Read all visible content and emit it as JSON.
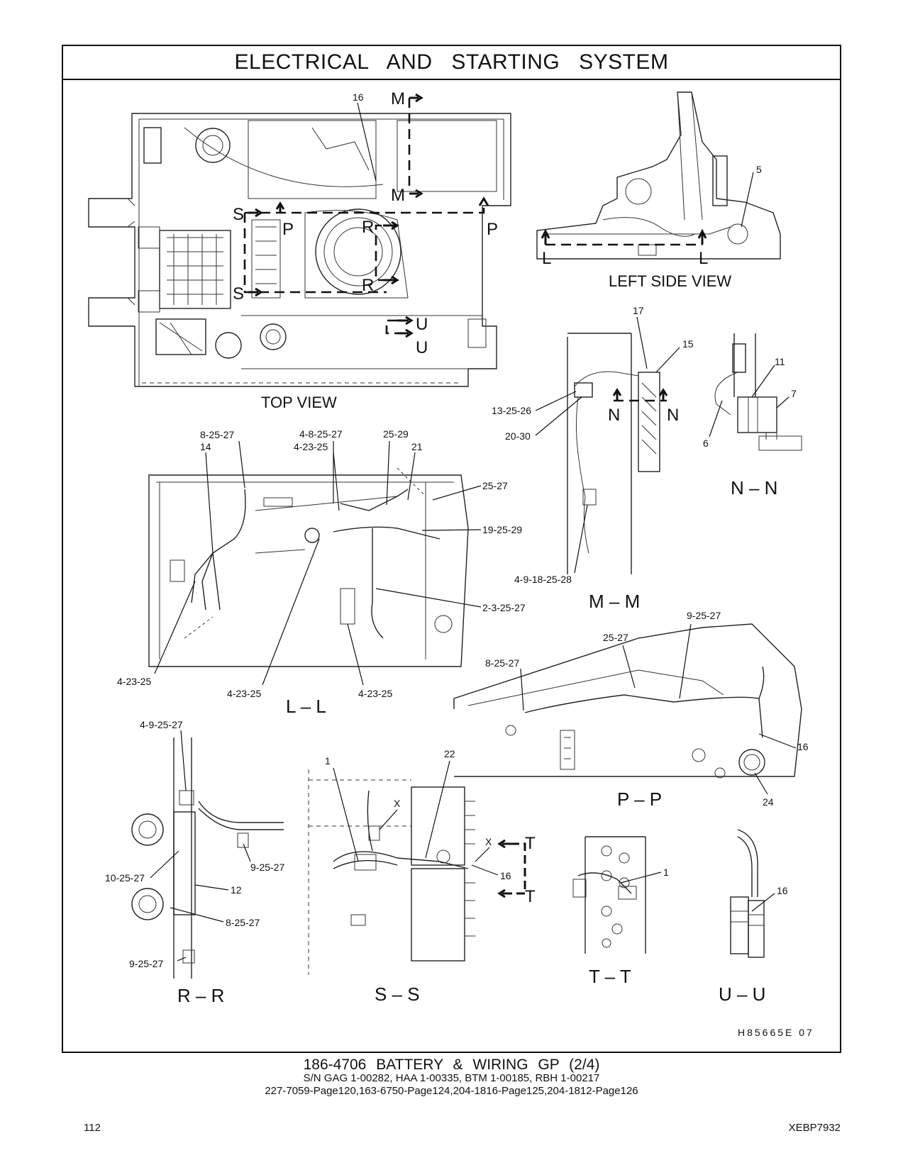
{
  "title": "ELECTRICAL AND STARTING SYSTEM",
  "views": {
    "top": "TOP VIEW",
    "left_side": "LEFT SIDE VIEW"
  },
  "markers": {
    "M": "M",
    "S": "S",
    "P": "P",
    "R": "R",
    "U": "U",
    "L": "L",
    "N": "N",
    "T": "T"
  },
  "sections": {
    "nn": "N – N",
    "mm": "M – M",
    "ll": "L – L",
    "pp": "P – P",
    "rr": "R – R",
    "ss": "S – S",
    "tt": "T – T",
    "uu": "U – U"
  },
  "callouts": {
    "c16_top": "16",
    "c5": "5",
    "c17": "17",
    "c15": "15",
    "c11": "11",
    "c7": "7",
    "c6": "6",
    "c13_25_26": "13-25-26",
    "c20_30": "20-30",
    "c4_9_18_25_28": "4-9-18-25-28",
    "c8_25_27_ll": "8-25-27",
    "c14": "14",
    "c4_8_25_27": "4-8-25-27",
    "c4_23_25_top": "4-23-25",
    "c25_29": "25-29",
    "c21": "21",
    "c25_27_ll": "25-27",
    "c19_25_29": "19-25-29",
    "c2_3_25_27": "2-3-25-27",
    "c4_23_25_a": "4-23-25",
    "c4_23_25_b": "4-23-25",
    "c4_23_25_c": "4-23-25",
    "c9_25_27_pp": "9-25-27",
    "c25_27_pp": "25-27",
    "c8_25_27_pp": "8-25-27",
    "c16_pp": "16",
    "c24": "24",
    "c4_9_25_27": "4-9-25-27",
    "c9_25_27_rr_a": "9-25-27",
    "c10_25_27": "10-25-27",
    "c12": "12",
    "c8_25_27_rr": "8-25-27",
    "c9_25_27_rr_b": "9-25-27",
    "c1_ss": "1",
    "c22": "22",
    "cx_a": "X",
    "cx_b": "X",
    "c16_ss": "16",
    "c1_tt": "1",
    "c16_uu": "16"
  },
  "drawing_id": "H85665E 07",
  "footer": {
    "part": "186-4706 BATTERY & WIRING GP (2/4)",
    "serials": "S/N GAG 1-00282, HAA 1-00335, BTM 1-00185, RBH 1-00217",
    "refs": "227-7059-Page120,163-6750-Page124,204-1816-Page125,204-1812-Page126"
  },
  "page_number": "112",
  "doc_code": "XEBP7932"
}
